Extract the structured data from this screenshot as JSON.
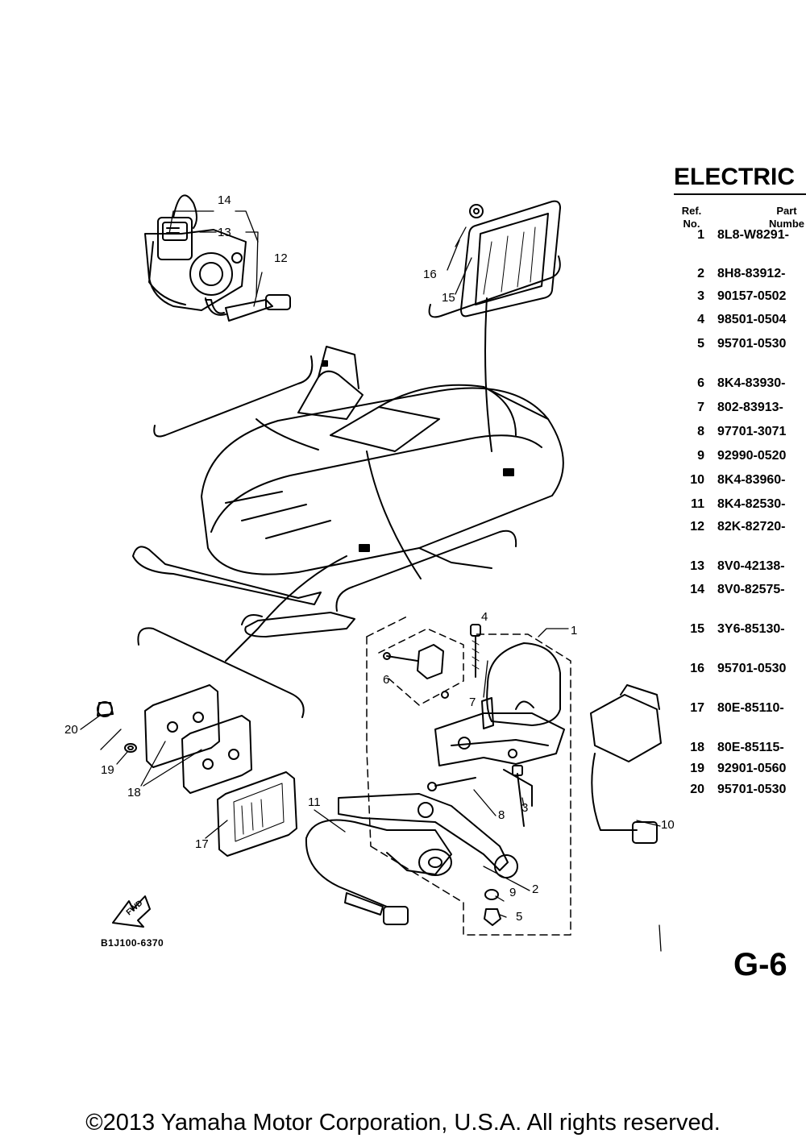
{
  "diagram": {
    "callouts": [
      "1",
      "2",
      "3",
      "4",
      "5",
      "6",
      "7",
      "8",
      "9",
      "10",
      "11",
      "12",
      "13",
      "14",
      "15",
      "16",
      "17",
      "18",
      "19",
      "20"
    ],
    "fwd_label": "FWD",
    "diagram_code": "B1J100-6370"
  },
  "parts_list": {
    "title": "ELECTRIC",
    "header": {
      "ref_line1": "Ref.",
      "ref_line2": "No.",
      "part_line1": "Part",
      "part_line2": "Numbe"
    },
    "rows": [
      {
        "ref": "1",
        "part_number": "8L8-W8291-"
      },
      {
        "ref": "2",
        "part_number": "8H8-83912-"
      },
      {
        "ref": "3",
        "part_number": "90157-0502"
      },
      {
        "ref": "4",
        "part_number": "98501-0504"
      },
      {
        "ref": "5",
        "part_number": "95701-0530"
      },
      {
        "ref": "6",
        "part_number": "8K4-83930-"
      },
      {
        "ref": "7",
        "part_number": "802-83913-"
      },
      {
        "ref": "8",
        "part_number": "97701-3071"
      },
      {
        "ref": "9",
        "part_number": "92990-0520"
      },
      {
        "ref": "10",
        "part_number": "8K4-83960-"
      },
      {
        "ref": "11",
        "part_number": "8K4-82530-"
      },
      {
        "ref": "12",
        "part_number": "82K-82720-"
      },
      {
        "ref": "13",
        "part_number": "8V0-42138-"
      },
      {
        "ref": "14",
        "part_number": "8V0-82575-"
      },
      {
        "ref": "15",
        "part_number": "3Y6-85130-"
      },
      {
        "ref": "16",
        "part_number": "95701-0530"
      },
      {
        "ref": "17",
        "part_number": "80E-85110-"
      },
      {
        "ref": "18",
        "part_number": "80E-85115-"
      },
      {
        "ref": "19",
        "part_number": "92901-0560"
      },
      {
        "ref": "20",
        "part_number": "95701-0530"
      }
    ]
  },
  "page_number": "G-6",
  "copyright": "©2013 Yamaha Motor Corporation, U.S.A. All rights reserved."
}
